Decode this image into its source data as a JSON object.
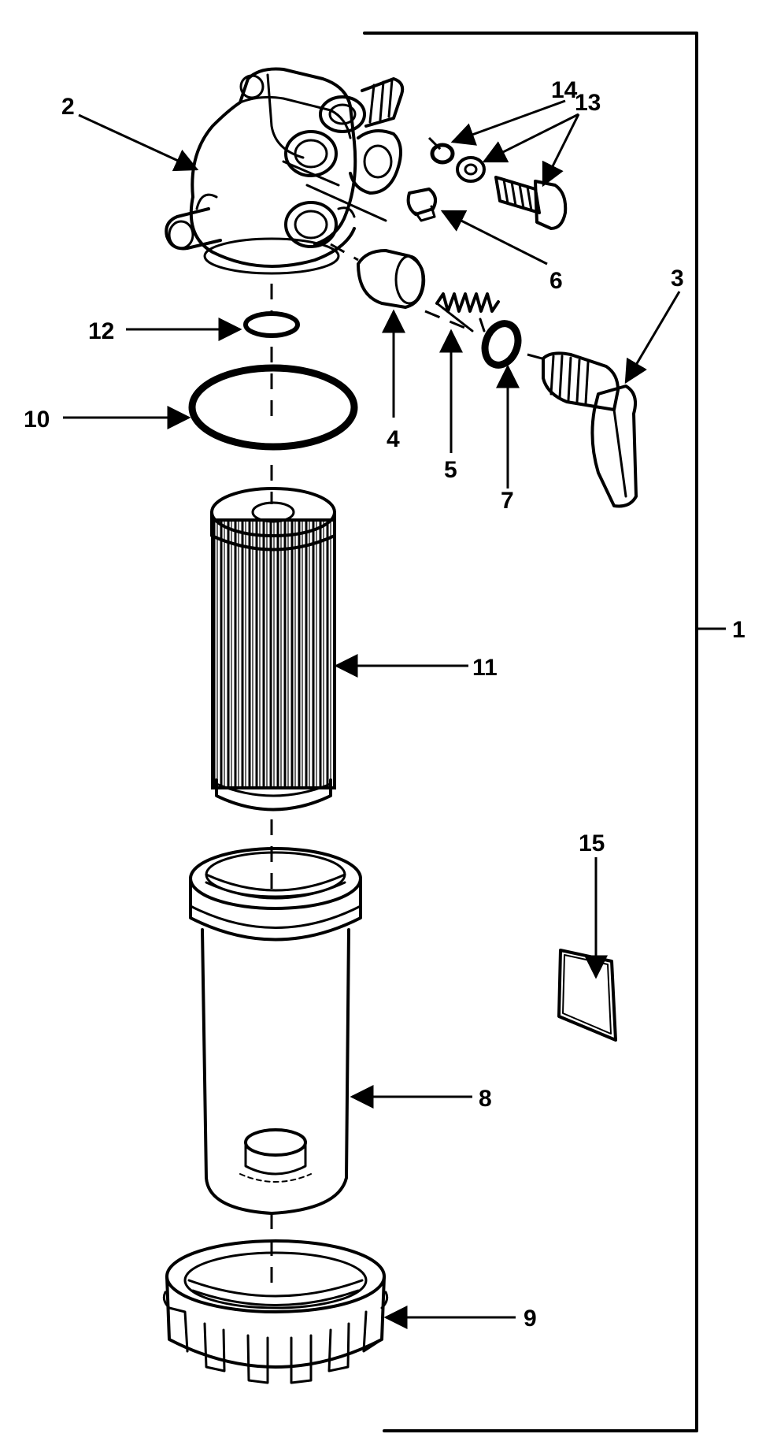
{
  "diagram": {
    "type": "exploded parts diagram",
    "accent_color": "#000000",
    "background_color": "#ffffff",
    "callouts": [
      {
        "number": "1",
        "part": "assembly-bracket"
      },
      {
        "number": "2",
        "part": "filter-head"
      },
      {
        "number": "3",
        "part": "drain-valve-handle"
      },
      {
        "number": "4",
        "part": "check-valve-body"
      },
      {
        "number": "5",
        "part": "spring"
      },
      {
        "number": "6",
        "part": "bleed-screw"
      },
      {
        "number": "7",
        "part": "o-ring"
      },
      {
        "number": "8",
        "part": "filter-bowl"
      },
      {
        "number": "9",
        "part": "retaining-ring"
      },
      {
        "number": "10",
        "part": "bowl-gasket"
      },
      {
        "number": "11",
        "part": "filter-element"
      },
      {
        "number": "12",
        "part": "element-seal"
      },
      {
        "number": "13",
        "part": "plug-and-washer"
      },
      {
        "number": "14",
        "part": "small-o-ring"
      },
      {
        "number": "15",
        "part": "decal"
      }
    ]
  }
}
